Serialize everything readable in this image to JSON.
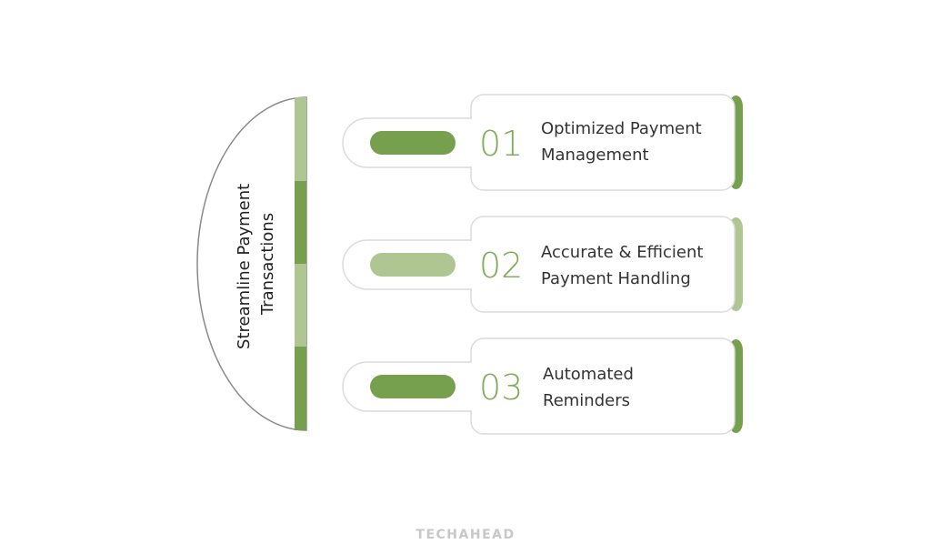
{
  "title_lines": [
    "Streamline Payment",
    "Transactions"
  ],
  "items": [
    {
      "number": "01",
      "lines": [
        "Optimized Payment",
        "Management"
      ],
      "style": "dark"
    },
    {
      "number": "02",
      "lines": [
        "Accurate & Efficient",
        "Payment Handling"
      ],
      "style": "light"
    },
    {
      "number": "03",
      "lines": [
        "Automated",
        "Reminders"
      ],
      "style": "dark"
    }
  ],
  "watermark": "TECHAHEAD",
  "colors": {
    "dark_green": "#76A04E",
    "light_green": "#AFC693",
    "number_green": "#82AC5A",
    "card_border": "#DCDCDC",
    "semicircle_outline": "#8A8A8A"
  }
}
